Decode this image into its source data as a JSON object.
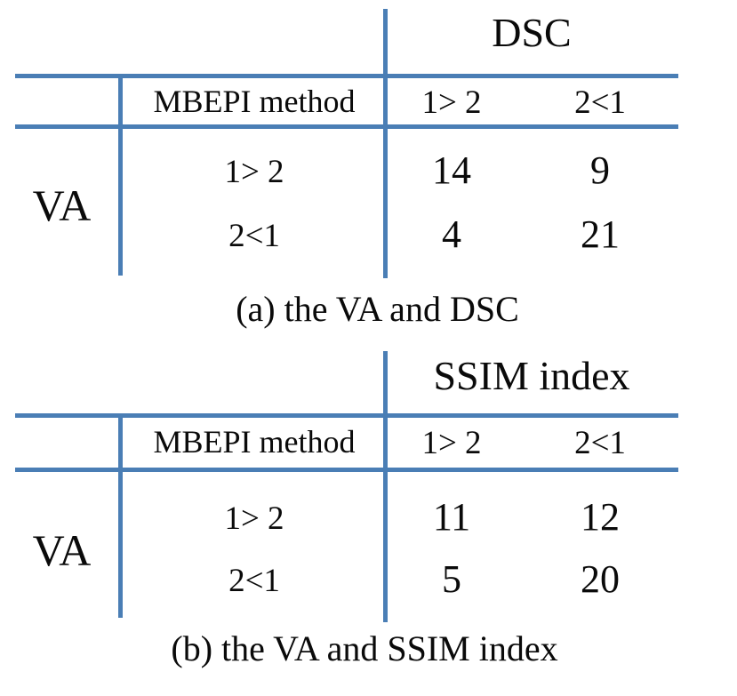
{
  "accent_color": "#4a7eb5",
  "tables": [
    {
      "id": "a",
      "measure_header": "DSC",
      "method_header": "MBEPI method",
      "col_labels": [
        "1> 2",
        "2<1"
      ],
      "row_group_label": "VA",
      "rows": [
        {
          "label": "1> 2",
          "values": [
            "14",
            "9"
          ]
        },
        {
          "label": "2<1",
          "values": [
            "4",
            "21"
          ]
        }
      ],
      "caption": "(a) the VA and DSC"
    },
    {
      "id": "b",
      "measure_header": "SSIM index",
      "method_header": "MBEPI method",
      "col_labels": [
        "1> 2",
        "2<1"
      ],
      "row_group_label": "VA",
      "rows": [
        {
          "label": "1> 2",
          "values": [
            "11",
            "12"
          ]
        },
        {
          "label": "2<1",
          "values": [
            "5",
            "20"
          ]
        }
      ],
      "caption": "(b) the VA and SSIM index"
    }
  ],
  "chart_data": [
    {
      "type": "table",
      "title": "(a) the VA and DSC",
      "columns": [
        "MBEPI method",
        "1> 2",
        "2<1"
      ],
      "row_group": "VA",
      "rows": [
        [
          "1> 2",
          14,
          9
        ],
        [
          "2<1",
          4,
          21
        ]
      ]
    },
    {
      "type": "table",
      "title": "(b) the VA and SSIM index",
      "columns": [
        "MBEPI method",
        "1> 2",
        "2<1"
      ],
      "row_group": "VA",
      "rows": [
        [
          "1> 2",
          11,
          12
        ],
        [
          "2<1",
          5,
          20
        ]
      ]
    }
  ]
}
